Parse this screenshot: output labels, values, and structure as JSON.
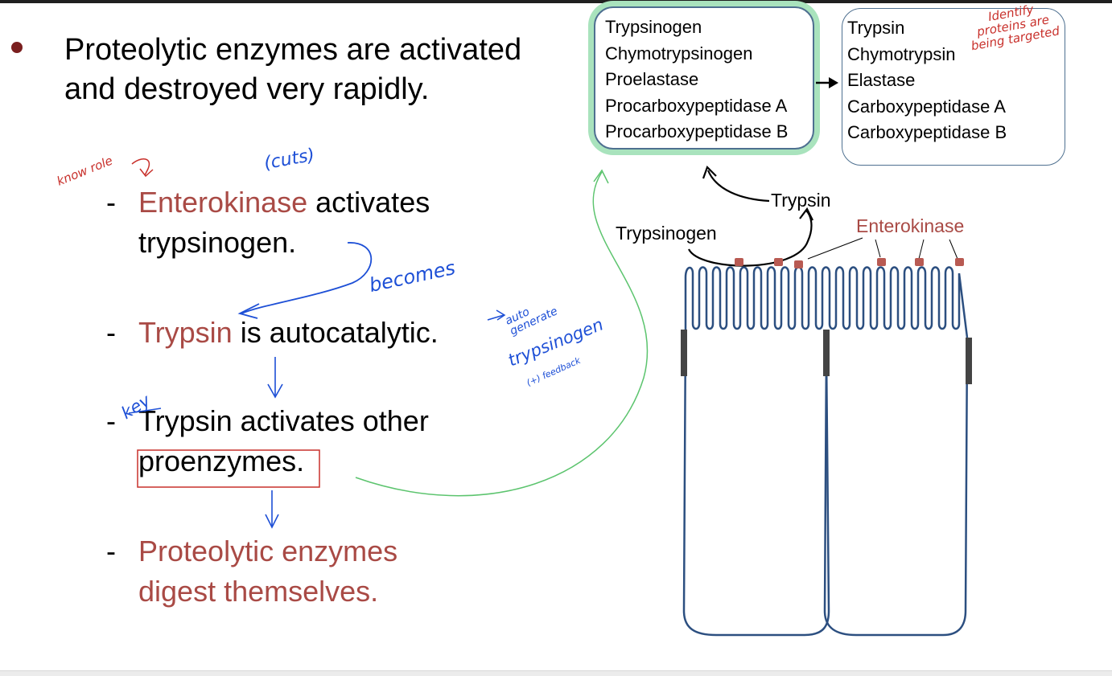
{
  "main_bullet": "Proteolytic enzymes are activated and destroyed very rapidly.",
  "sub_bullets": [
    {
      "dash": "-",
      "highlight": "Enterokinase",
      "rest_line1": " activates",
      "line2": "trypsinogen."
    },
    {
      "dash": "-",
      "highlight": "Trypsin",
      "rest_line1": " is autocatalytic."
    },
    {
      "dash": "-",
      "line1": "Trypsin activates other",
      "boxed": "proenzymes",
      "tail": "."
    },
    {
      "dash": "-",
      "line1": "Proteolytic enzymes",
      "line2": "digest themselves."
    }
  ],
  "proenzymes": [
    "Trypsinogen",
    "Chymotrypsinogen",
    "Proelastase",
    "Procarboxypeptidase A",
    "Procarboxypeptidase B"
  ],
  "active_enzymes": [
    "Trypsin",
    "Chymotrypsin",
    "Elastase",
    "Carboxypeptidase A",
    "Carboxypeptidase B"
  ],
  "diagram": {
    "trypsin_label": "Trypsin",
    "trypsinogen_label": "Trypsinogen",
    "enterokinase_label": "Enterokinase"
  },
  "annotations": {
    "know_role": "know role",
    "cuts": "(cuts)",
    "becomes": "becomes",
    "auto_generate": "auto generate",
    "trypsinogen": "trypsinogen",
    "feedback": "(+) feedback",
    "key": "key",
    "identify": "Identify proteins are being targeted"
  },
  "colors": {
    "accent_red": "#a94a45",
    "ink_red": "#c8302b",
    "ink_blue": "#1d4fd6",
    "ink_green": "#5cc46e",
    "cell_outline": "#2c4f80"
  }
}
